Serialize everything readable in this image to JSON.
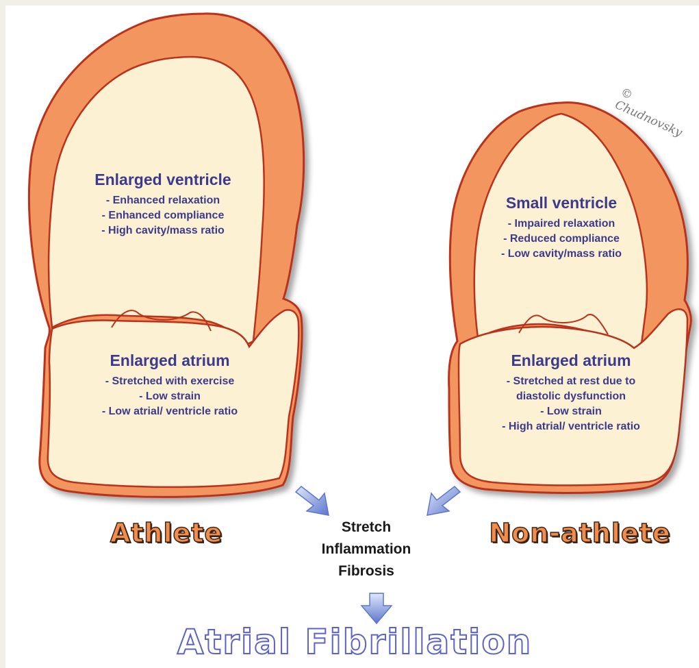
{
  "left_heart": {
    "ventricle": {
      "title": "Enlarged ventricle",
      "lines": [
        "- Enhanced relaxation",
        "- Enhanced compliance",
        "- High cavity/mass ratio"
      ]
    },
    "atrium": {
      "title": "Enlarged atrium",
      "lines": [
        "- Stretched with exercise",
        "- Low strain",
        "- Low atrial/ ventricle ratio"
      ]
    },
    "caption": "Athlete"
  },
  "right_heart": {
    "ventricle": {
      "title": "Small ventricle",
      "lines": [
        "- Impaired relaxation",
        "- Reduced compliance",
        "- Low cavity/mass ratio"
      ]
    },
    "atrium": {
      "title": "Enlarged atrium",
      "lines": [
        "- Stretched at rest due to",
        "diastolic dysfunction",
        "- Low strain",
        "- High atrial/ ventricle ratio"
      ]
    },
    "caption": "Non-athlete"
  },
  "mechanisms": [
    "Stretch",
    "Inflammation",
    "Fibrosis"
  ],
  "outcome": "Atrial Fibrillation",
  "signature": "© Chudnovsky",
  "colors": {
    "heart_wall": "#f2955e",
    "heart_outline": "#b8321c",
    "chamber_fill": "#fdf1d3",
    "text": "#3b3a8c",
    "arrow": "#6f86d6",
    "background": "#f1f0e7"
  }
}
